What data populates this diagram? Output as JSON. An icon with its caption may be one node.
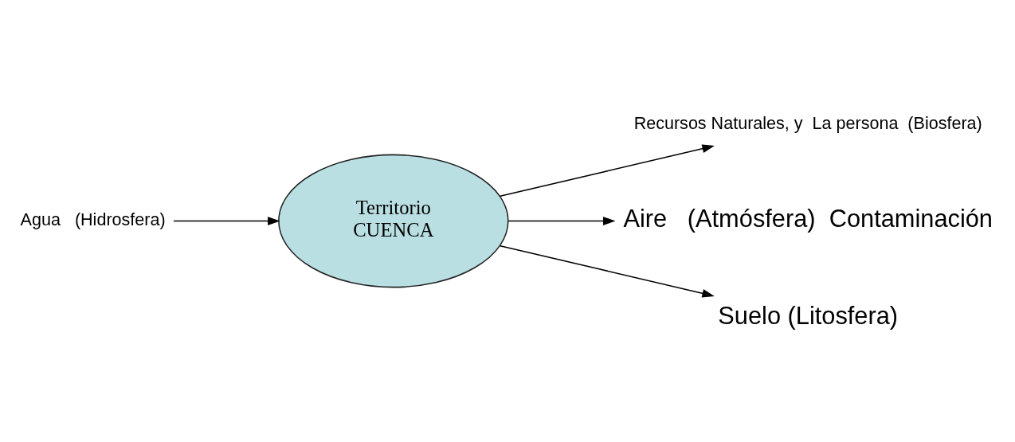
{
  "diagram": {
    "nodes": [
      {
        "text": [
          "Agua   (Hidrosfera)"
        ]
      },
      {
        "text": [
          "Recursos Naturales, y  La persona  (Biosfera)"
        ]
      },
      {
        "text": [
          "Territorio",
          "CUENCA"
        ]
      },
      {
        "text": [
          "Aire   (Atmósfera)  Contaminación"
        ]
      },
      {
        "text": [
          "Suelo (Litosfera)"
        ]
      }
    ],
    "edges": [
      {
        "from": 0,
        "to": 2,
        "arrow": "to"
      },
      {
        "from": 2,
        "to": 1,
        "arrow": "to"
      },
      {
        "from": 2,
        "to": 3,
        "arrow": "to"
      },
      {
        "from": 2,
        "to": 4,
        "arrow": "to"
      }
    ]
  }
}
